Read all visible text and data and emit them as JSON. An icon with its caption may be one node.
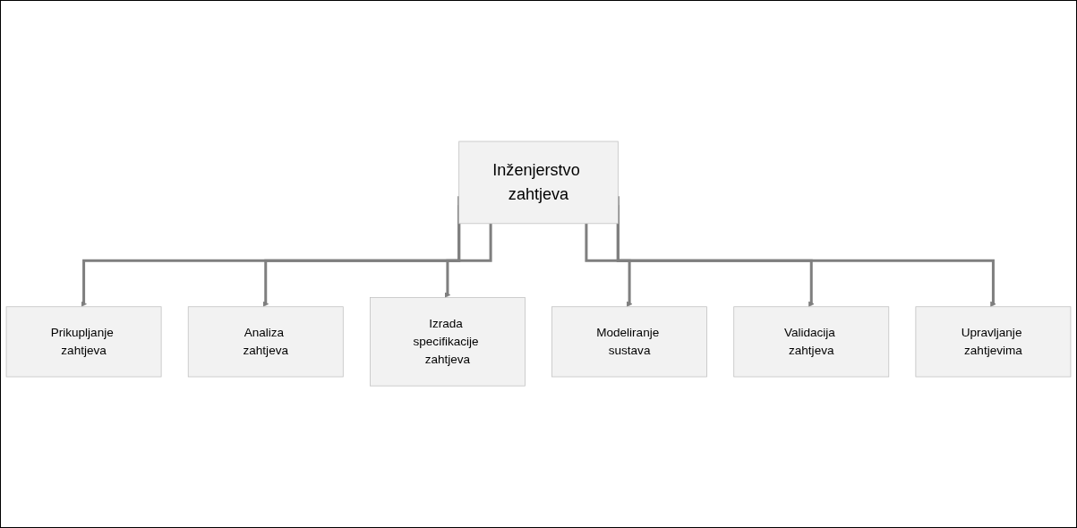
{
  "diagram": {
    "nodes": [
      {
        "text": [
          "Inženjerstvo zahtjeva"
        ]
      },
      {
        "text": [
          "Prikupljanje zahtjeva"
        ]
      },
      {
        "text": [
          "Analiza zahtjeva"
        ]
      },
      {
        "text": [
          "Izrada specifikacije zahtjeva"
        ]
      },
      {
        "text": [
          "Modeliranje sustava"
        ]
      },
      {
        "text": [
          "Validacija zahtjeva"
        ]
      },
      {
        "text": [
          "Upravljanje zahtjevima"
        ]
      }
    ],
    "edges": [
      {
        "from": 0,
        "to": 1,
        "arrow": "to"
      },
      {
        "from": 0,
        "to": 2,
        "arrow": "to"
      },
      {
        "from": 0,
        "to": 3,
        "arrow": "to"
      },
      {
        "from": 0,
        "to": 4,
        "arrow": "to"
      },
      {
        "from": 0,
        "to": 5,
        "arrow": "to"
      },
      {
        "from": 0,
        "to": 6,
        "arrow": "to"
      }
    ]
  }
}
